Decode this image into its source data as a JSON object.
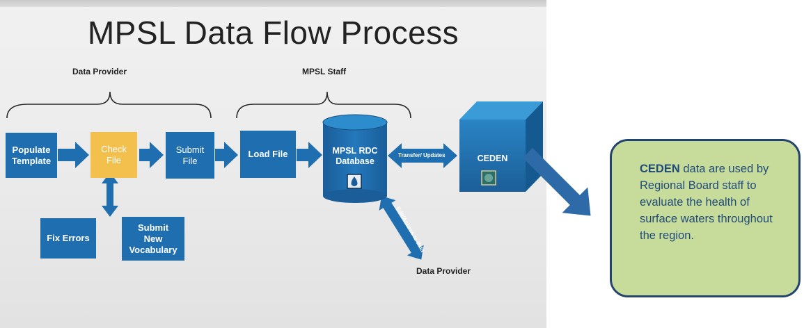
{
  "slide": {
    "title": "MPSL Data Flow Process",
    "groups": {
      "data_provider": "Data Provider",
      "mpsl_staff": "MPSL Staff"
    },
    "boxes": {
      "populate_template": "Populate\nTemplate",
      "check_file": "Check\nFile",
      "submit_file": "Submit\nFile",
      "load_file": "Load File",
      "fix_errors": "Fix Errors",
      "submit_vocab": "Submit\nNew\nVocabulary",
      "database": "MPSL  RDC\nDatabase",
      "ceden": "CEDEN"
    },
    "arrow_labels": {
      "transfer": "Transfer/ Updates",
      "edit_access": "Edit/Access to data"
    },
    "bottom_provider": "Data Provider"
  },
  "callout": {
    "bold": "CEDEN",
    "rest": " data are used by Regional Board staff to evaluate the health of surface waters throughout the region."
  },
  "colors": {
    "box_blue": "#1f6fb0",
    "check_orange": "#f3bf4d",
    "callout_fill": "#c7dc9a",
    "callout_border": "#22446e",
    "arrow_blue": "#2f6aa8"
  }
}
